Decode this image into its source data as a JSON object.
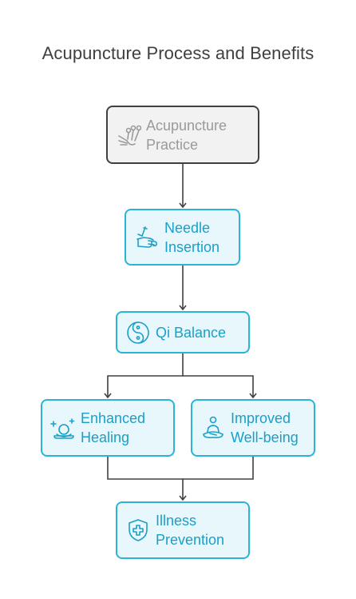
{
  "title": "Acupuncture Process and Benefits",
  "colors": {
    "accent": "#29b4d8",
    "accent_fill": "#e8f7fc",
    "accent_text": "#1aa0c8",
    "gray_border": "#404040",
    "gray_fill": "#f2f2f2",
    "gray_text": "#9a9a9a",
    "connector": "#404040"
  },
  "nodes": {
    "practice": {
      "line1": "Acupuncture",
      "line2": "Practice",
      "icon": "acupuncture-points-icon"
    },
    "needle": {
      "line1": "Needle",
      "line2": "Insertion",
      "icon": "needle-hand-icon"
    },
    "qi": {
      "line1": "Qi Balance",
      "icon": "yin-yang-icon"
    },
    "healing": {
      "line1": "Enhanced",
      "line2": "Healing",
      "icon": "healing-orb-icon"
    },
    "wellbeing": {
      "line1": "Improved",
      "line2": "Well-being",
      "icon": "meditation-person-icon"
    },
    "prevention": {
      "line1": "Illness",
      "line2": "Prevention",
      "icon": "shield-cross-icon"
    }
  }
}
